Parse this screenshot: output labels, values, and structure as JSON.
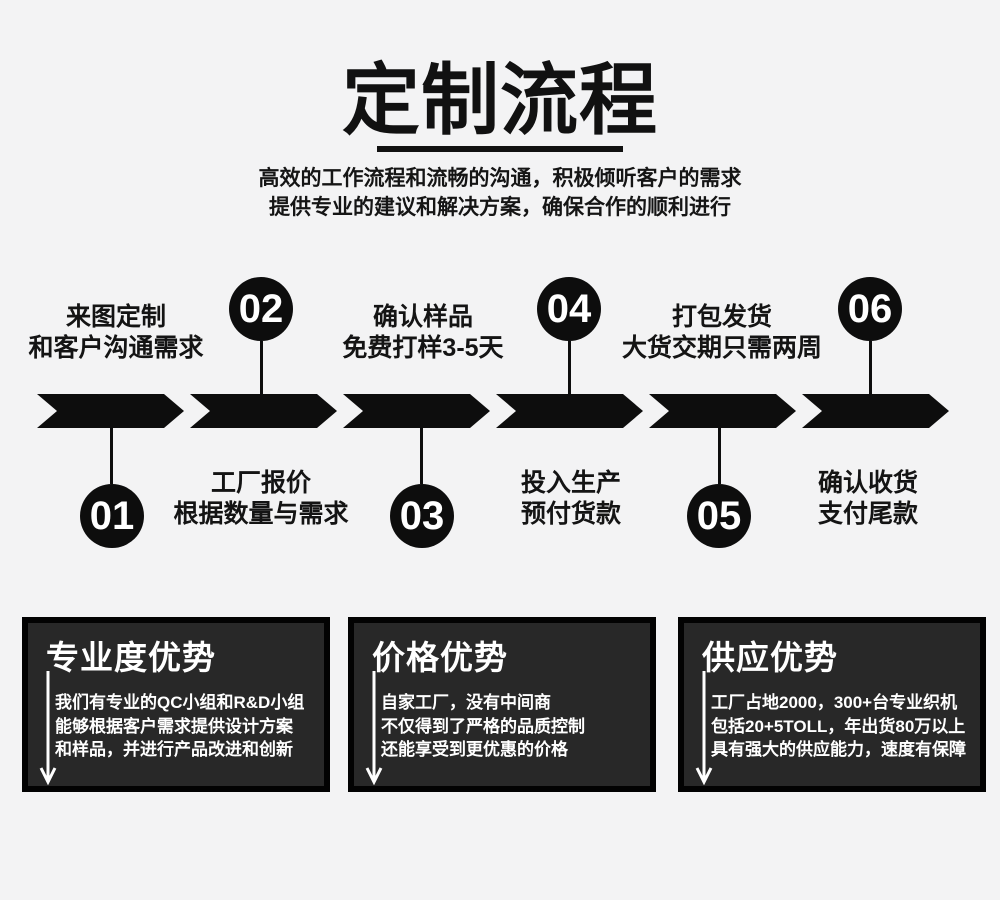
{
  "header": {
    "title": "定制流程",
    "subtitle_line1": "高效的工作流程和流畅的沟通，积极倾听客户的需求",
    "subtitle_line2": "提供专业的建议和解决方案，确保合作的顺利进行"
  },
  "flow": {
    "steps": [
      {
        "number": "01",
        "label_line1": "来图定制",
        "label_line2": "和客户沟通需求",
        "circle_position": "below-band"
      },
      {
        "number": "02",
        "label_line1": "工厂报价",
        "label_line2": "根据数量与需求",
        "circle_position": "above-band"
      },
      {
        "number": "03",
        "label_line1": "确认样品",
        "label_line2": "免费打样3-5天",
        "circle_position": "below-band"
      },
      {
        "number": "04",
        "label_line1": "投入生产",
        "label_line2": "预付货款",
        "circle_position": "above-band"
      },
      {
        "number": "05",
        "label_line1": "打包发货",
        "label_line2": "大货交期只需两周",
        "circle_position": "below-band"
      },
      {
        "number": "06",
        "label_line1": "确认收货",
        "label_line2": "支付尾款",
        "circle_position": "above-band"
      }
    ]
  },
  "advantages": [
    {
      "title": "专业度优势",
      "line1": "我们有专业的QC小组和R&D小组",
      "line2": "能够根据客户需求提供设计方案",
      "line3": "和样品，并进行产品改进和创新"
    },
    {
      "title": "价格优势",
      "line1": "自家工厂，没有中间商",
      "line2": "不仅得到了严格的品质控制",
      "line3": "还能享受到更优惠的价格"
    },
    {
      "title": "供应优势",
      "line1": "工厂占地2000，300+台专业织机",
      "line2": "包括20+5TOLL，年出货80万以上",
      "line3": "具有强大的供应能力，速度有保障"
    }
  ],
  "colors": {
    "background": "#f3f3f4",
    "ink": "#0d0d0d",
    "box_fill": "#282828",
    "box_border": "#020202",
    "text_on_dark": "#ffffff"
  }
}
